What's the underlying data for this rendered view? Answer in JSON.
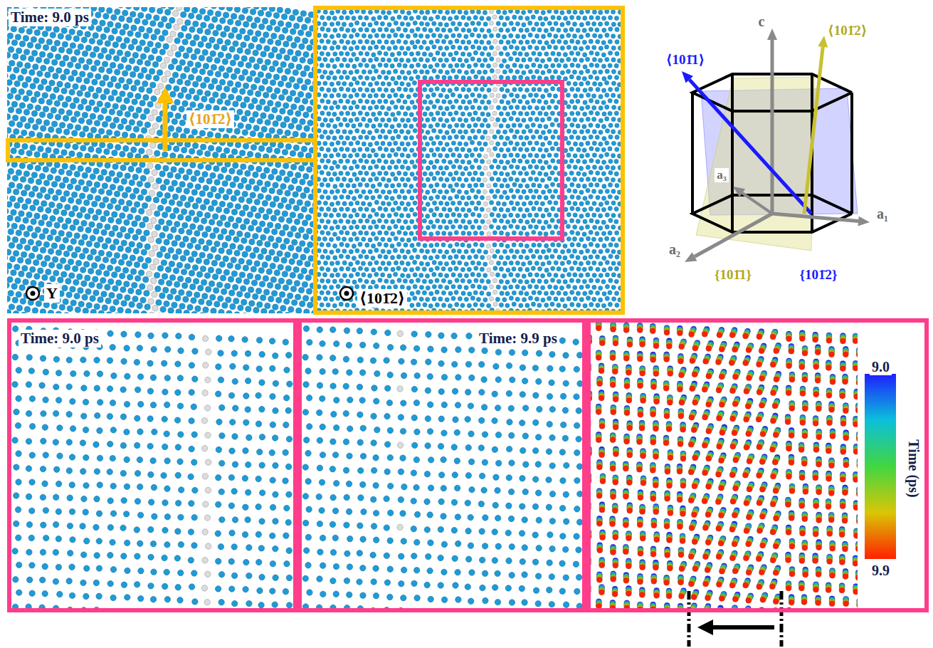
{
  "diagram": {
    "nodes": [
      {
        "text": [
          "⟨101̄2⟩"
        ]
      },
      {
        "text": [
          "Time: 9.0 ps"
        ]
      },
      {
        "text": [
          "Time: 9.9 ps"
        ]
      },
      {
        "text": [
          "9.0",
          "Time (ps)",
          "9.9"
        ]
      }
    ],
    "labels": [
      "Time: 9.0 ps",
      "⟨101̄2⟩",
      "Y",
      "⟨101̄1⟩",
      "⟨101̄2⟩",
      "c",
      "a₁",
      "a₂",
      "a₃",
      "{101̄1}",
      "{101̄2}"
    ]
  }
}
